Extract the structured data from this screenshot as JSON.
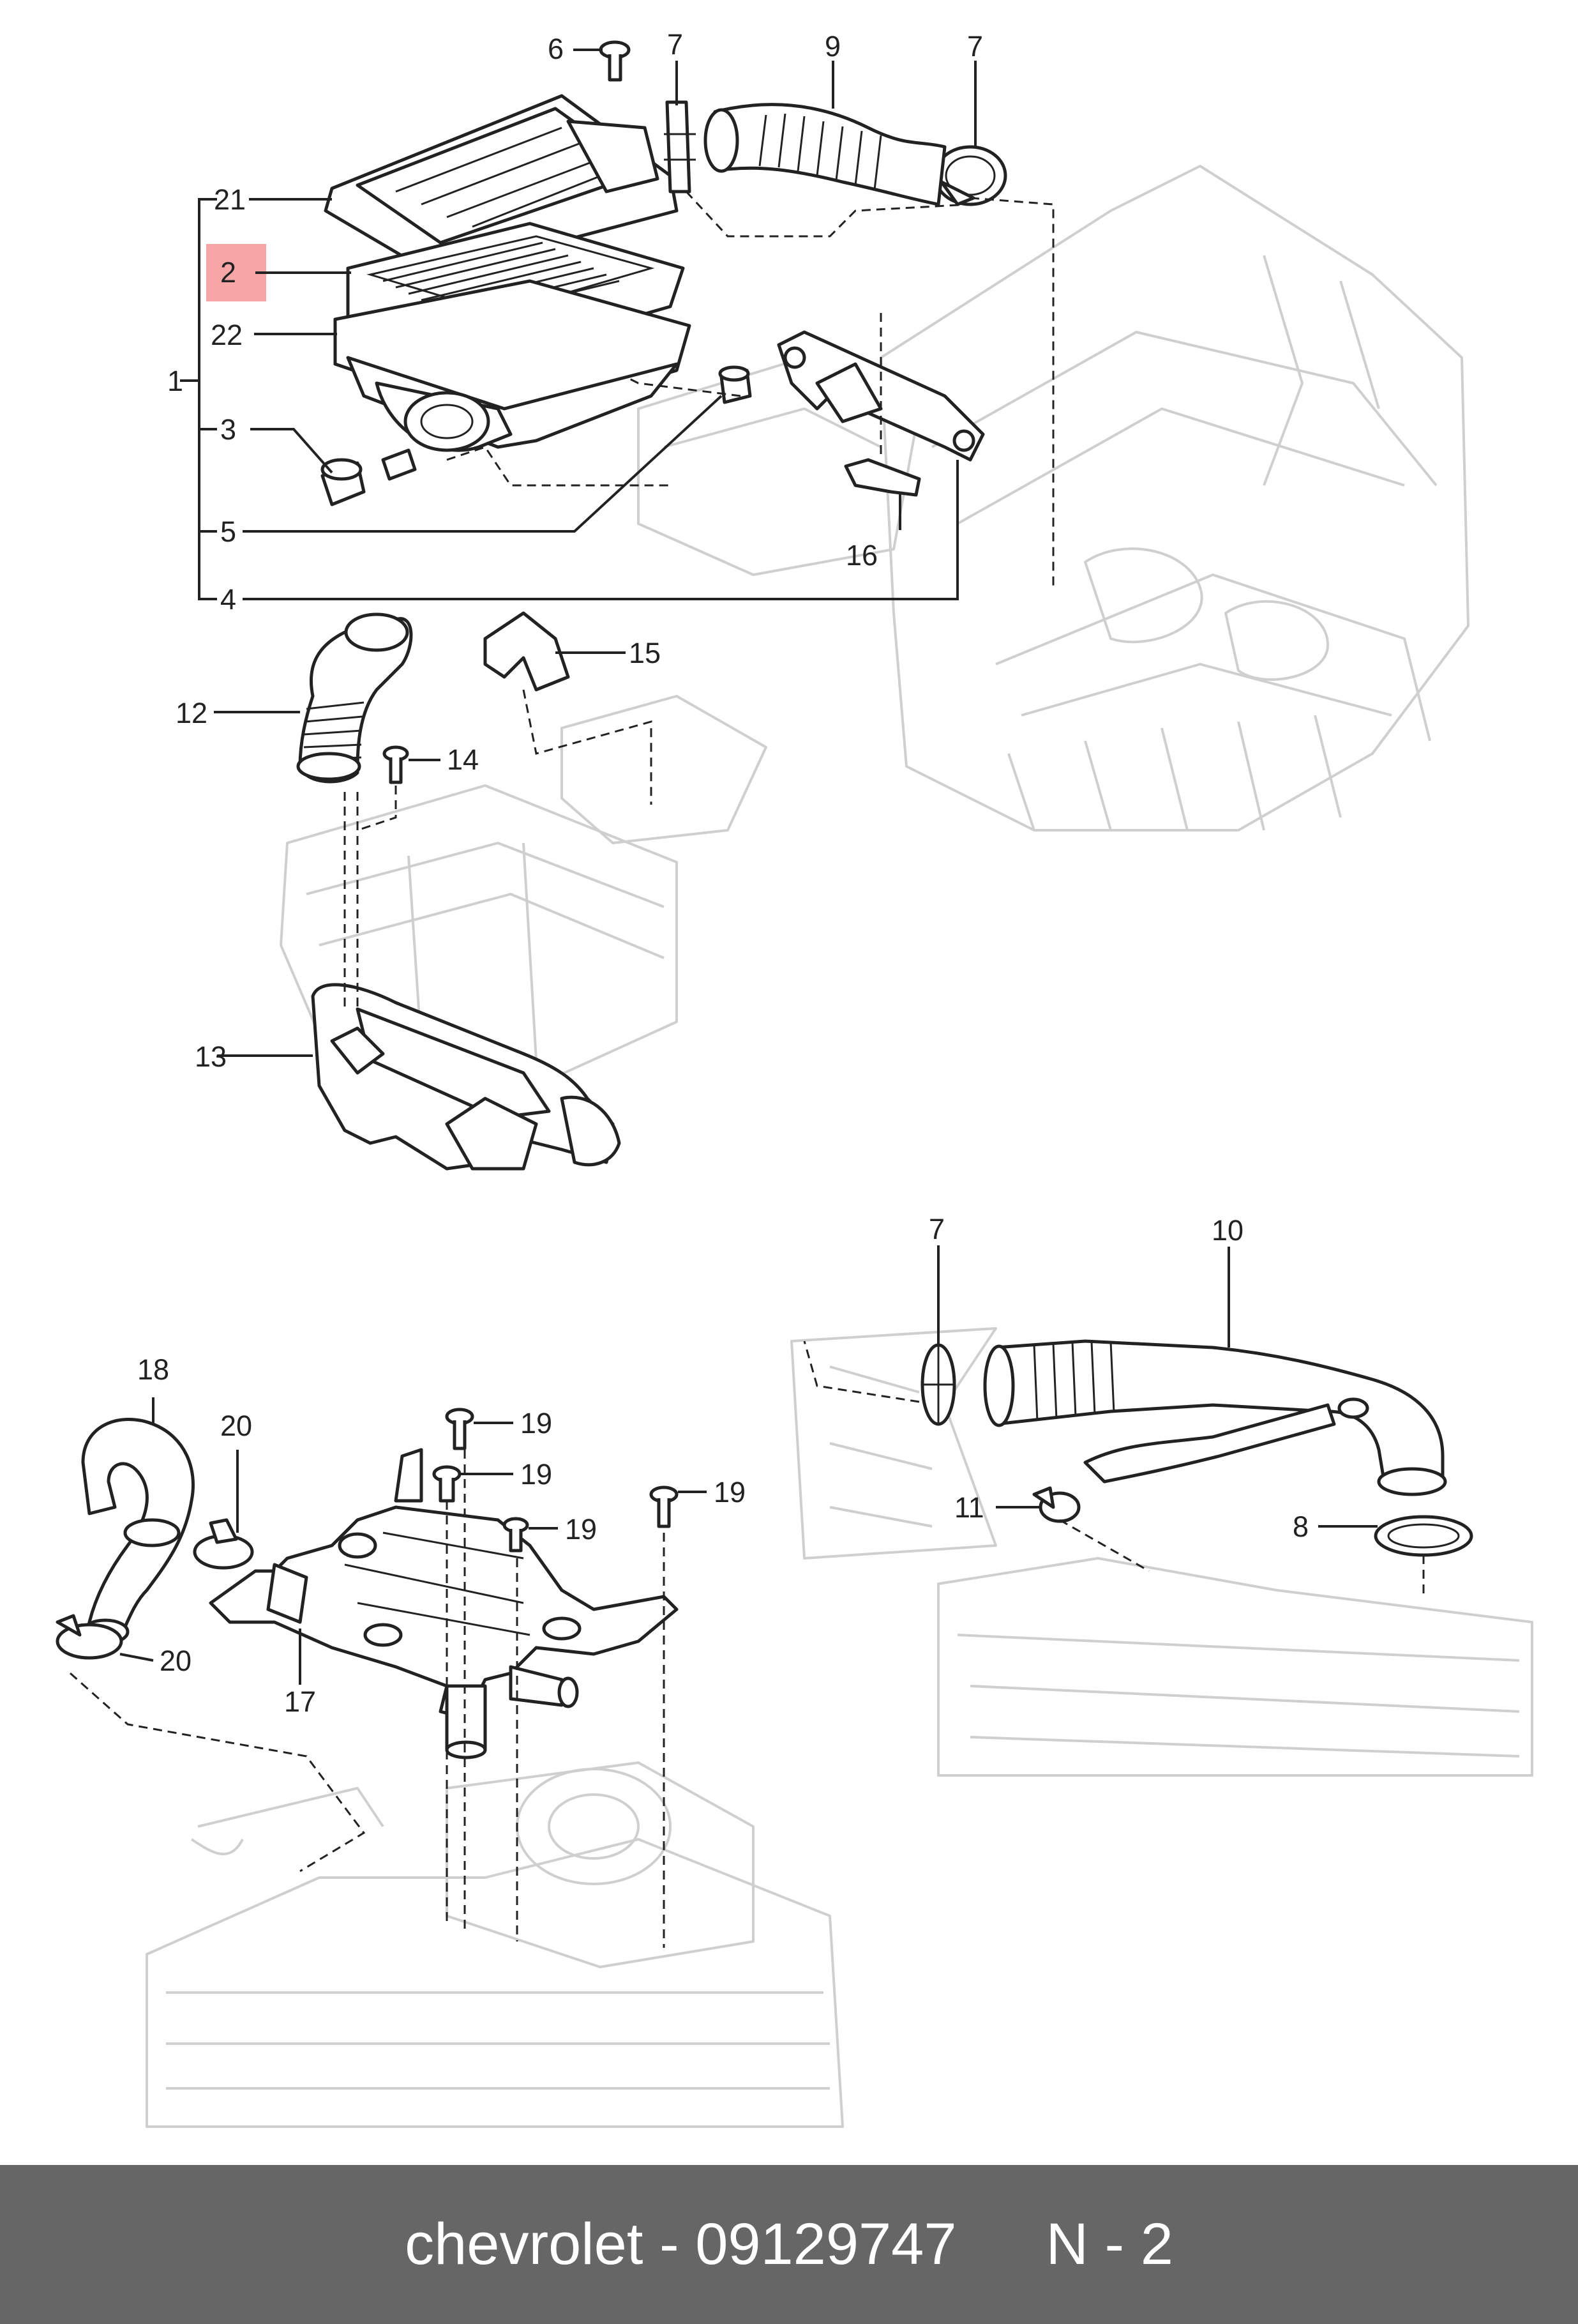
{
  "callouts": {
    "c1": "1",
    "c2": "2",
    "c3": "3",
    "c4": "4",
    "c5": "5",
    "c6": "6",
    "c7a": "7",
    "c7b": "7",
    "c7c": "7",
    "c8": "8",
    "c9": "9",
    "c10": "10",
    "c11": "11",
    "c12": "12",
    "c13": "13",
    "c14": "14",
    "c15": "15",
    "c16": "16",
    "c17": "17",
    "c18": "18",
    "c19a": "19",
    "c19b": "19",
    "c19c": "19",
    "c19d": "19",
    "c20a": "20",
    "c20b": "20",
    "c21": "21",
    "c22": "22"
  },
  "highlight_color": "#f6a6a6",
  "footer": {
    "brand": "chevrolet",
    "separator": " - ",
    "part_number": "09129747",
    "code": "N - 2",
    "background": "#666666"
  }
}
